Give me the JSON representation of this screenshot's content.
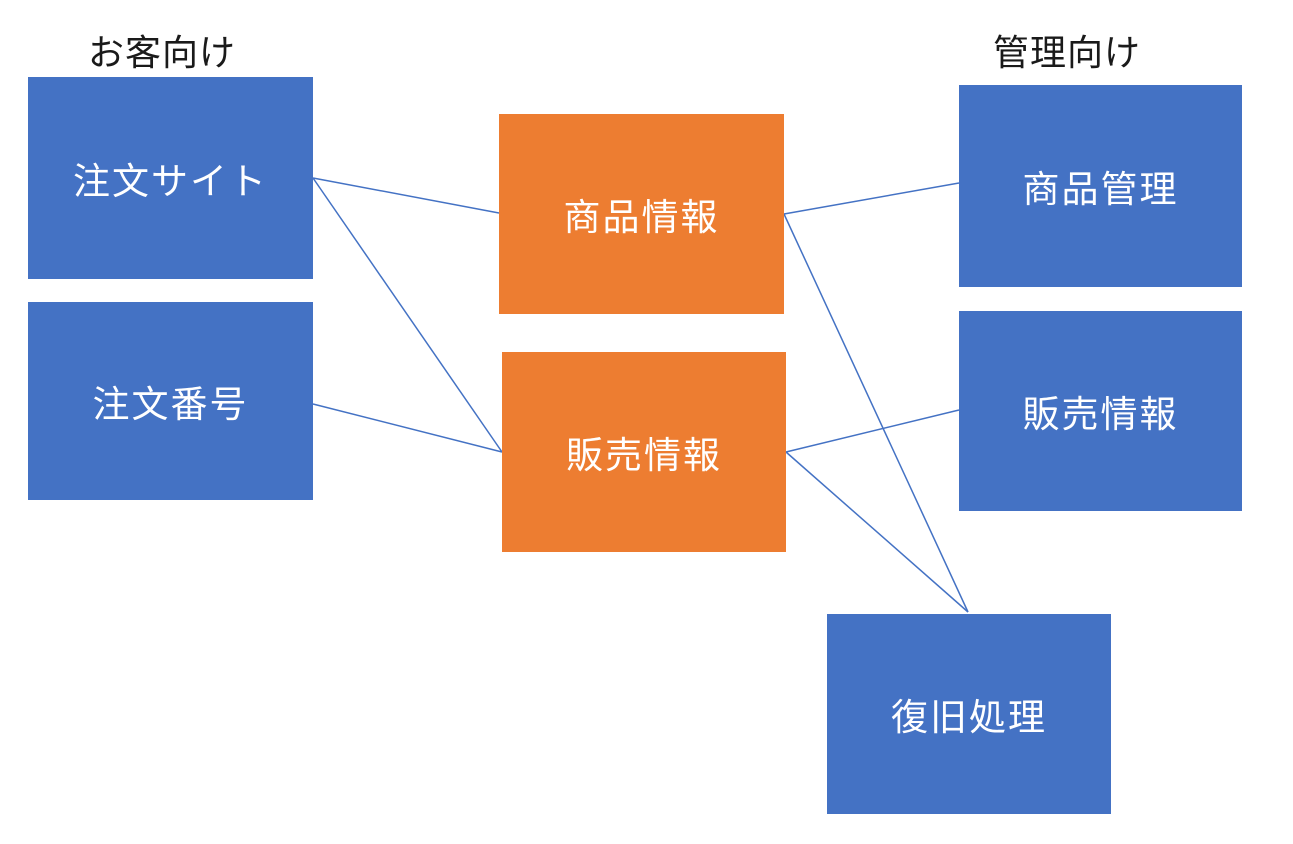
{
  "diagram": {
    "groups": {
      "customer": {
        "label": "お客向け"
      },
      "admin": {
        "label": "管理向け"
      }
    },
    "nodes": [
      {
        "id": "order-site",
        "label": "注文サイト",
        "color": "#4472C4",
        "group": "customer"
      },
      {
        "id": "order-number",
        "label": "注文番号",
        "color": "#4472C4",
        "group": "customer"
      },
      {
        "id": "product-info",
        "label": "商品情報",
        "color": "#ED7D31",
        "group": "middle"
      },
      {
        "id": "sales-info",
        "label": "販売情報",
        "color": "#ED7D31",
        "group": "middle"
      },
      {
        "id": "product-management",
        "label": "商品管理",
        "color": "#4472C4",
        "group": "admin"
      },
      {
        "id": "sales-info-admin",
        "label": "販売情報",
        "color": "#4472C4",
        "group": "admin"
      },
      {
        "id": "recovery-process",
        "label": "復旧処理",
        "color": "#4472C4",
        "group": "admin"
      }
    ],
    "edges": [
      {
        "from": "order-site",
        "to": "product-info"
      },
      {
        "from": "order-site",
        "to": "sales-info"
      },
      {
        "from": "order-number",
        "to": "sales-info"
      },
      {
        "from": "product-info",
        "to": "product-management"
      },
      {
        "from": "product-info",
        "to": "recovery-process"
      },
      {
        "from": "sales-info",
        "to": "sales-info-admin"
      },
      {
        "from": "sales-info",
        "to": "recovery-process"
      }
    ],
    "colors": {
      "node_blue": "#4472C4",
      "node_orange": "#ED7D31",
      "connector": "#4472C4",
      "node_text": "#FFFFFF",
      "heading_text": "#1A1A1A",
      "background": "#FFFFFF"
    }
  }
}
